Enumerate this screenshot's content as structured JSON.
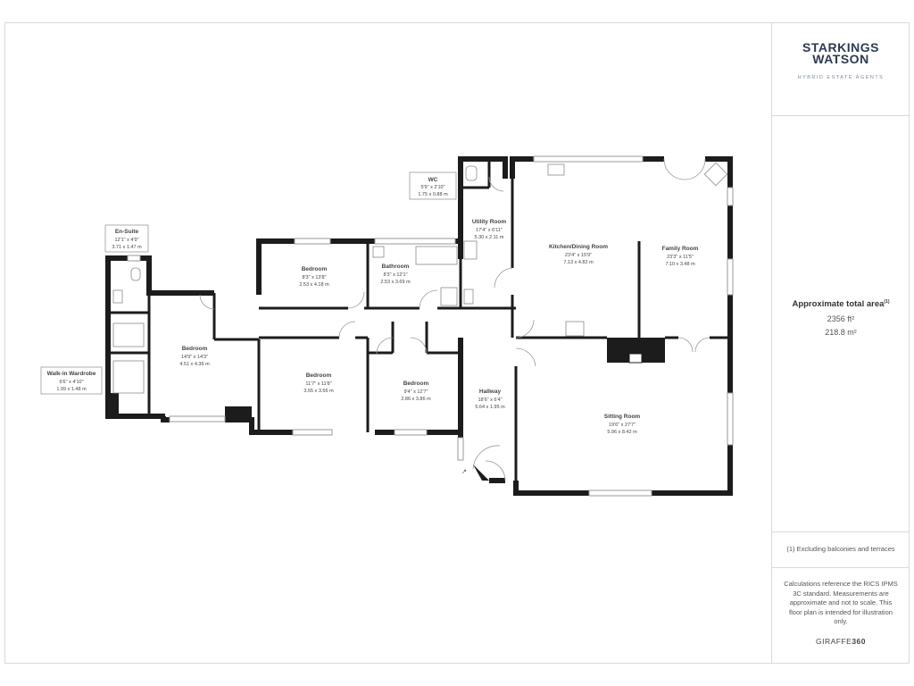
{
  "brand": {
    "line1": "STARKINGS",
    "line2": "WATSON",
    "tagline": "HYBRID ESTATE AGENTS",
    "accent_color": "#a9c4dd",
    "text_color": "#2e3a4f"
  },
  "area": {
    "title": "Approximate total area",
    "note_marker": "(1)",
    "sqft": "2356 ft²",
    "sqm": "218.8 m²"
  },
  "footnote": "(1) Excluding balconies and terraces",
  "calculations": "Calculations reference the RICS IPMS 3C standard. Measurements are approximate and not to scale. This floor plan is intended for illustration only.",
  "provider": {
    "name": "GIRAFFE",
    "number": "360"
  },
  "rooms": {
    "wc": {
      "name": "WC",
      "imperial": "5'9\" x 2'10\"",
      "metric": "1.75 x 0.88 m"
    },
    "en_suite": {
      "name": "En-Suite",
      "imperial": "12'1\" x 4'9\"",
      "metric": "3.71 x 1.47 m"
    },
    "walk_in": {
      "name": "Walk-in Wardrobe",
      "imperial": "6'6\" x 4'10\"",
      "metric": "1.99 x 1.48 m"
    },
    "bedroom_main": {
      "name": "Bedroom",
      "imperial": "14'9\" x 14'3\"",
      "metric": "4.51 x 4.36 m"
    },
    "bedroom_top": {
      "name": "Bedroom",
      "imperial": "8'3\" x 13'8\"",
      "metric": "2.53 x 4.18 m"
    },
    "bathroom": {
      "name": "Bathroom",
      "imperial": "8'3\" x 12'1\"",
      "metric": "2.53 x 3.69 m"
    },
    "utility": {
      "name": "Utility Room",
      "imperial": "17'4\" x 6'11\"",
      "metric": "5.30 x 2.11 m"
    },
    "kitchen": {
      "name": "Kitchen/Dining Room",
      "imperial": "23'4\" x 15'9\"",
      "metric": "7.13 x 4.82 m"
    },
    "family": {
      "name": "Family Room",
      "imperial": "23'3\" x 11'5\"",
      "metric": "7.10 x 3.48 m"
    },
    "bedroom_mid": {
      "name": "Bedroom",
      "imperial": "11'7\" x 11'8\"",
      "metric": "3.55 x 3.56 m"
    },
    "bedroom_small": {
      "name": "Bedroom",
      "imperial": "9'4\" x 12'7\"",
      "metric": "2.86 x 3.86 m"
    },
    "hallway": {
      "name": "Hallway",
      "imperial": "18'6\" x 6'4\"",
      "metric": "5.64 x 1.95 m"
    },
    "sitting": {
      "name": "Sitting Room",
      "imperial": "19'6\" x 27'7\"",
      "metric": "5.96 x 8.42 m"
    }
  },
  "entrance_marker": "↗",
  "colors": {
    "wall": "#1c1c1c",
    "line": "#9a9a9a",
    "text": "#444444",
    "frame": "#d9d9d9"
  }
}
